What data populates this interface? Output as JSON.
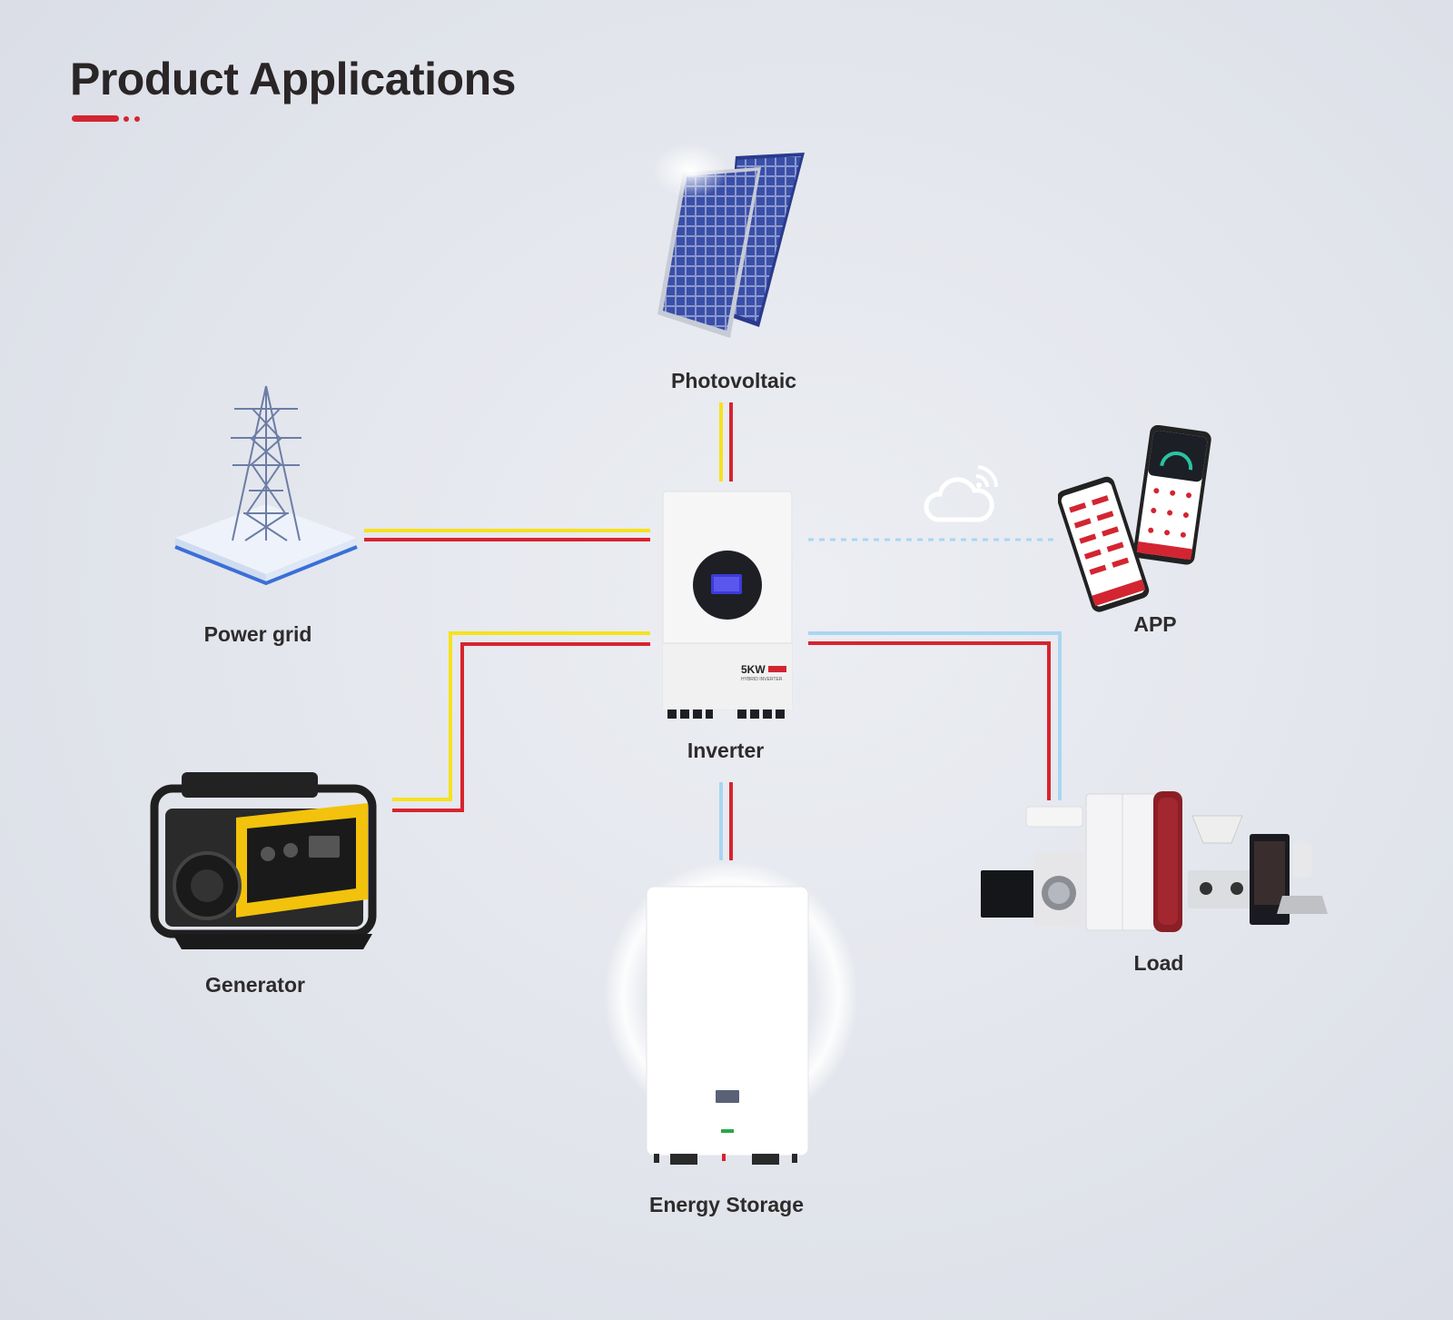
{
  "title": "Product Applications",
  "colors": {
    "accent": "#d32531",
    "line_yellow": "#f6e21f",
    "line_red": "#d9232e",
    "line_blue": "#a9d6f2",
    "dashed_blue": "#a9d6f2"
  },
  "nodes": {
    "photovoltaic": {
      "label": "Photovoltaic",
      "icon": "solar-panel-icon"
    },
    "power_grid": {
      "label": "Power grid",
      "icon": "transmission-tower-icon"
    },
    "inverter": {
      "label": "Inverter",
      "icon": "hybrid-inverter-icon",
      "badge": "5KW",
      "subtext": "HYBRID INVERTER"
    },
    "app": {
      "label": "APP",
      "icon": "smartphone-app-icon"
    },
    "generator": {
      "label": "Generator",
      "icon": "generator-icon"
    },
    "load": {
      "label": "Load",
      "icon": "home-appliances-icon"
    },
    "energy_storage": {
      "label": "Energy Storage",
      "icon": "battery-storage-icon"
    }
  },
  "cloud": {
    "icon": "cloud-wifi-icon"
  }
}
